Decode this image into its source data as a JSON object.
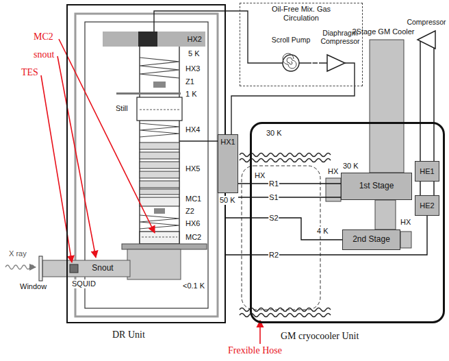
{
  "diagram": {
    "nodes": [
      {
        "text": [
          "DR Unit"
        ]
      },
      {
        "text": [
          "HX2"
        ],
        "in": 0
      },
      {
        "text": [
          "Snout"
        ],
        "in": 0
      },
      {
        "text": [
          "HX1"
        ]
      },
      {
        "text": [
          "Oil-Free Mix. Gas Circulation"
        ]
      },
      {
        "text": [
          "Scroll Pump"
        ],
        "in": 4
      },
      {
        "text": [
          "Diaphragm Compressor"
        ],
        "in": 4
      },
      {
        "text": [
          "2Stage GM Cooler"
        ]
      },
      {
        "text": [
          "Compressor"
        ]
      },
      {
        "text": [
          "GM cryocooler Unit"
        ]
      },
      {
        "text": [
          "1st Stage"
        ],
        "in": 9
      },
      {
        "text": [
          "2nd Stage"
        ],
        "in": 9
      },
      {
        "text": [
          "HE1"
        ],
        "in": 9
      },
      {
        "text": [
          "HE2"
        ],
        "in": 9
      }
    ],
    "edges": [
      {
        "from": 5,
        "to": 6,
        "arrow": "none"
      },
      {
        "from": 8,
        "to": 12,
        "arrow": "none"
      },
      {
        "from": 12,
        "to": 13,
        "arrow": "none"
      },
      {
        "from": 3,
        "to": 10,
        "label": "R1",
        "arrow": "none"
      },
      {
        "from": 3,
        "to": 10,
        "label": "S1",
        "arrow": "none"
      },
      {
        "from": 0,
        "to": 11,
        "label": "S2",
        "arrow": "none"
      },
      {
        "from": 0,
        "to": 13,
        "label": "R2",
        "arrow": "none"
      }
    ],
    "labels": [
      "5 K",
      "HX3",
      "Z1",
      "1 K",
      "Still",
      "HX4",
      "HX5",
      "MC1",
      "Z2",
      "HX6",
      "MC2",
      "X ray",
      "Window",
      "SQUID",
      "<0.1 K",
      "50 K",
      "HX",
      "30 K",
      "30 K",
      "HX",
      "4 K",
      "HX",
      "MC2",
      "snout",
      "TES",
      "Frexible Hose"
    ]
  }
}
